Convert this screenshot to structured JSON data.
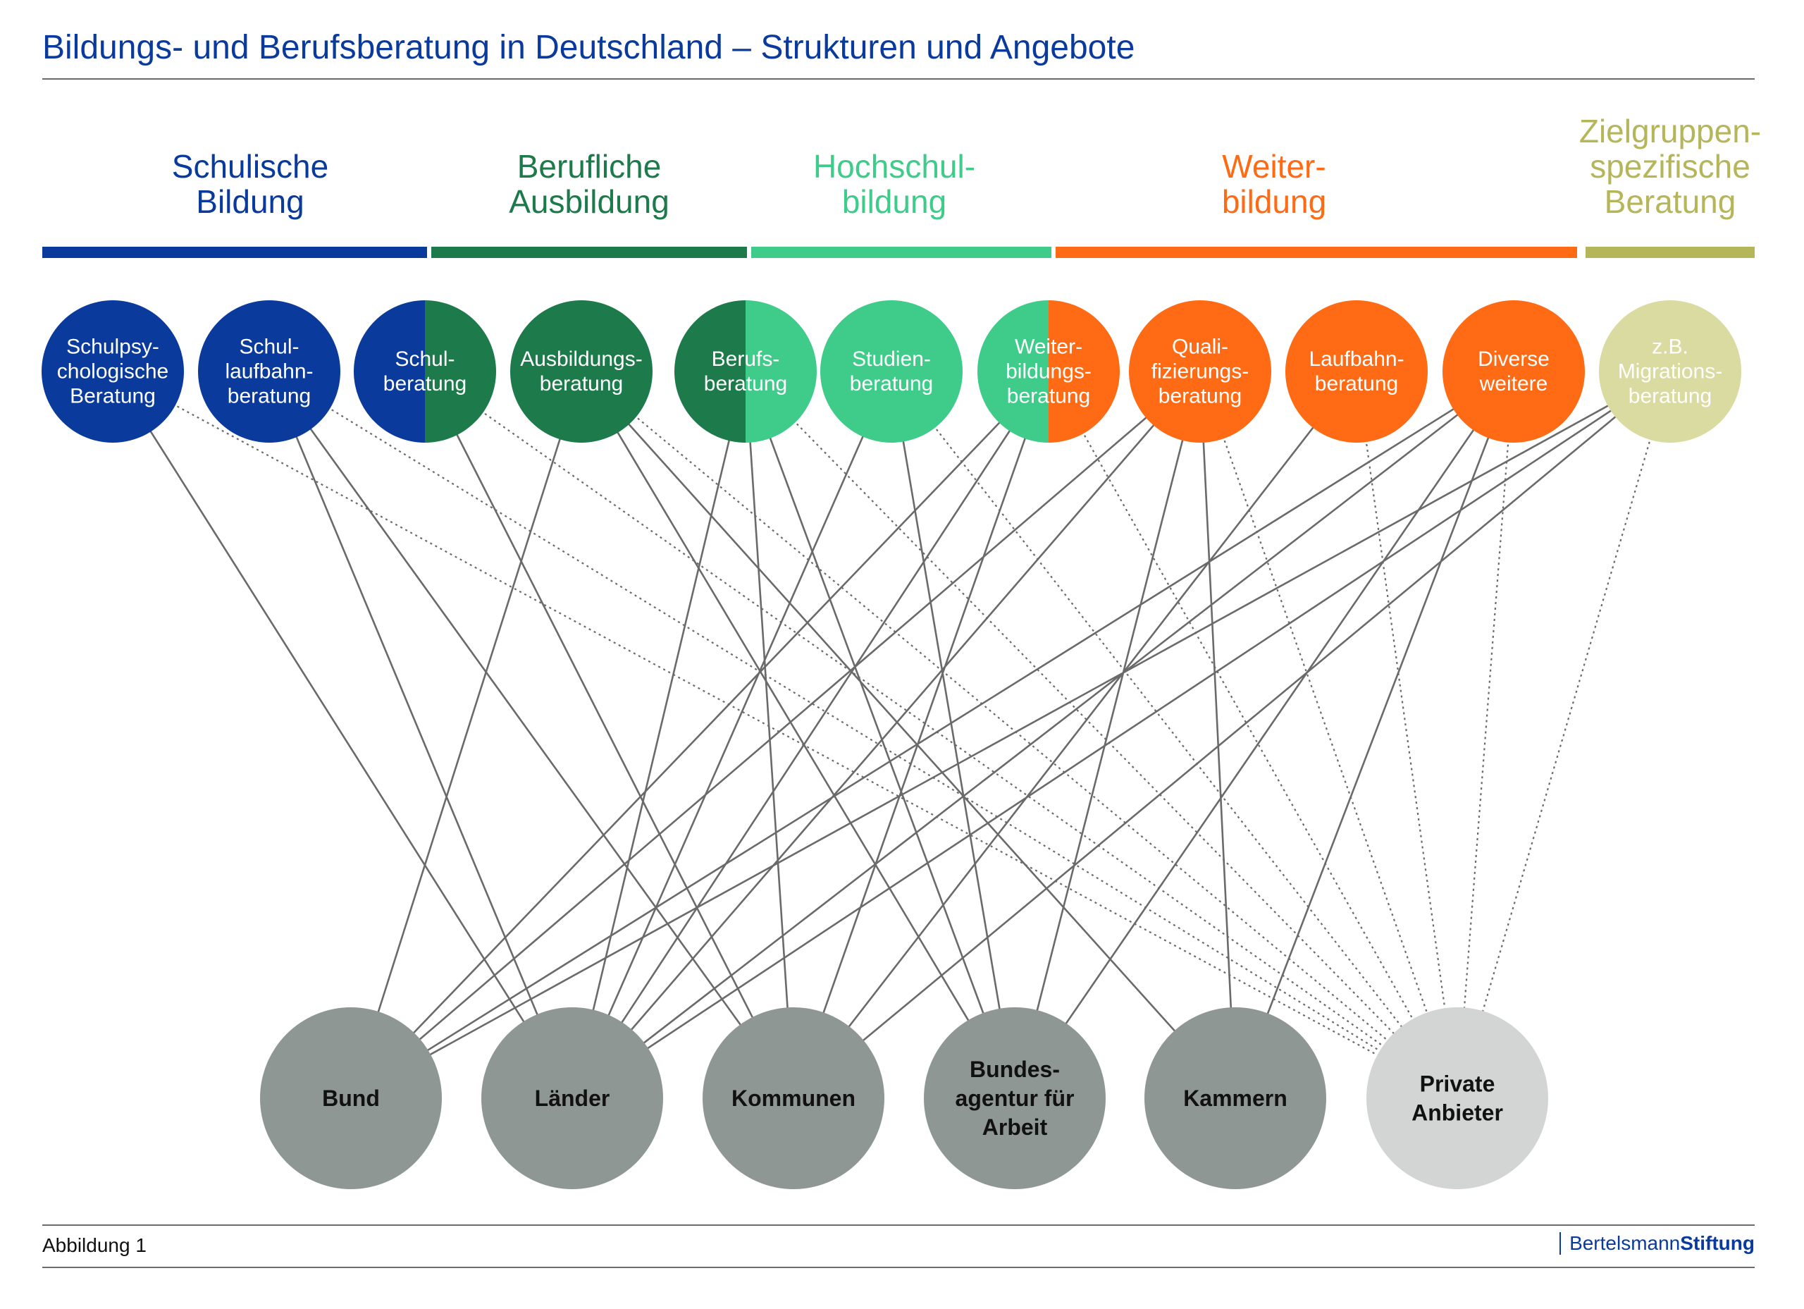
{
  "title": "Bildungs- und Berufsberatung in Deutschland – Strukturen und Angebote",
  "categories": [
    {
      "id": "schulisch",
      "lines": [
        "Schulische",
        "Bildung"
      ],
      "color": "#0a3b9c"
    },
    {
      "id": "beruflich",
      "lines": [
        "Berufliche",
        "Ausbildung"
      ],
      "color": "#1d7a4b"
    },
    {
      "id": "hochschul",
      "lines": [
        "Hochschul-",
        "bildung"
      ],
      "color": "#3fcc8a"
    },
    {
      "id": "weiter",
      "lines": [
        "Weiter-",
        "bildung"
      ],
      "color": "#ff6a14"
    },
    {
      "id": "zielgruppe",
      "lines": [
        "Zielgruppen-",
        "spezifische",
        "Beratung"
      ],
      "color": "#b5b55a"
    }
  ],
  "services": [
    {
      "id": "s1",
      "lines": [
        "Schulpsy-",
        "chologische",
        "Beratung"
      ],
      "colors": [
        "#0a3b9c"
      ]
    },
    {
      "id": "s2",
      "lines": [
        "Schul-",
        "laufbahn-",
        "beratung"
      ],
      "colors": [
        "#0a3b9c"
      ]
    },
    {
      "id": "s3",
      "lines": [
        "Schul-",
        "beratung"
      ],
      "colors": [
        "#0a3b9c",
        "#1d7a4b"
      ]
    },
    {
      "id": "s4",
      "lines": [
        "Ausbildungs-",
        "beratung"
      ],
      "colors": [
        "#1d7a4b"
      ]
    },
    {
      "id": "s5",
      "lines": [
        "Berufs-",
        "beratung"
      ],
      "colors": [
        "#1d7a4b",
        "#3fcc8a"
      ]
    },
    {
      "id": "s6",
      "lines": [
        "Studien-",
        "beratung"
      ],
      "colors": [
        "#3fcc8a"
      ]
    },
    {
      "id": "s7",
      "lines": [
        "Weiter-",
        "bildungs-",
        "beratung"
      ],
      "colors": [
        "#3fcc8a",
        "#ff6a14"
      ]
    },
    {
      "id": "s8",
      "lines": [
        "Quali-",
        "fizierungs-",
        "beratung"
      ],
      "colors": [
        "#ff6a14"
      ]
    },
    {
      "id": "s9",
      "lines": [
        "Laufbahn-",
        "beratung"
      ],
      "colors": [
        "#ff6a14"
      ]
    },
    {
      "id": "s10",
      "lines": [
        "Diverse",
        "weitere"
      ],
      "colors": [
        "#ff6a14"
      ]
    },
    {
      "id": "s11",
      "lines": [
        "z.B.",
        "Migrations-",
        "beratung"
      ],
      "colors": [
        "#dadba0"
      ],
      "text_color": "#111111"
    }
  ],
  "institutions": [
    {
      "id": "bund",
      "lines": [
        "Bund"
      ],
      "color": "#8f9795"
    },
    {
      "id": "laender",
      "lines": [
        "Länder"
      ],
      "color": "#8f9795"
    },
    {
      "id": "kommunen",
      "lines": [
        "Kommunen"
      ],
      "color": "#8f9795"
    },
    {
      "id": "ba",
      "lines": [
        "Bundes-",
        "agentur für",
        "Arbeit"
      ],
      "color": "#8f9795"
    },
    {
      "id": "kammern",
      "lines": [
        "Kammern"
      ],
      "color": "#8f9795"
    },
    {
      "id": "private",
      "lines": [
        "Private",
        "Anbieter"
      ],
      "color": "#d3d5d5"
    }
  ],
  "connections": [
    {
      "from": "s1",
      "to": "laender",
      "style": "solid"
    },
    {
      "from": "s1",
      "to": "private",
      "style": "dotted"
    },
    {
      "from": "s2",
      "to": "laender",
      "style": "solid"
    },
    {
      "from": "s2",
      "to": "kommunen",
      "style": "solid"
    },
    {
      "from": "s2",
      "to": "private",
      "style": "dotted"
    },
    {
      "from": "s3",
      "to": "kommunen",
      "style": "solid"
    },
    {
      "from": "s3",
      "to": "private",
      "style": "dotted"
    },
    {
      "from": "s4",
      "to": "bund",
      "style": "solid"
    },
    {
      "from": "s4",
      "to": "kammern",
      "style": "solid"
    },
    {
      "from": "s4",
      "to": "ba",
      "style": "solid"
    },
    {
      "from": "s4",
      "to": "private",
      "style": "dotted"
    },
    {
      "from": "s5",
      "to": "laender",
      "style": "solid"
    },
    {
      "from": "s5",
      "to": "ba",
      "style": "solid"
    },
    {
      "from": "s5",
      "to": "private",
      "style": "dotted"
    },
    {
      "from": "s5",
      "to": "kommunen",
      "style": "solid"
    },
    {
      "from": "s6",
      "to": "laender",
      "style": "solid"
    },
    {
      "from": "s6",
      "to": "ba",
      "style": "solid"
    },
    {
      "from": "s6",
      "to": "private",
      "style": "dotted"
    },
    {
      "from": "s7",
      "to": "bund",
      "style": "solid"
    },
    {
      "from": "s7",
      "to": "laender",
      "style": "solid"
    },
    {
      "from": "s7",
      "to": "kommunen",
      "style": "solid"
    },
    {
      "from": "s7",
      "to": "private",
      "style": "dotted"
    },
    {
      "from": "s8",
      "to": "bund",
      "style": "solid"
    },
    {
      "from": "s8",
      "to": "laender",
      "style": "solid"
    },
    {
      "from": "s8",
      "to": "ba",
      "style": "solid"
    },
    {
      "from": "s8",
      "to": "kammern",
      "style": "solid"
    },
    {
      "from": "s8",
      "to": "private",
      "style": "dotted"
    },
    {
      "from": "s9",
      "to": "kommunen",
      "style": "solid"
    },
    {
      "from": "s9",
      "to": "private",
      "style": "dotted"
    },
    {
      "from": "s10",
      "to": "bund",
      "style": "solid"
    },
    {
      "from": "s10",
      "to": "laender",
      "style": "solid"
    },
    {
      "from": "s10",
      "to": "ba",
      "style": "solid"
    },
    {
      "from": "s10",
      "to": "kammern",
      "style": "solid"
    },
    {
      "from": "s10",
      "to": "private",
      "style": "dotted"
    },
    {
      "from": "s11",
      "to": "bund",
      "style": "solid"
    },
    {
      "from": "s11",
      "to": "laender",
      "style": "solid"
    },
    {
      "from": "s11",
      "to": "kommunen",
      "style": "solid"
    },
    {
      "from": "s11",
      "to": "private",
      "style": "dotted"
    }
  ],
  "footer": {
    "figure_label": "Abbildung 1",
    "brand_part1": "Bertelsmann",
    "brand_part2": "Stiftung"
  }
}
